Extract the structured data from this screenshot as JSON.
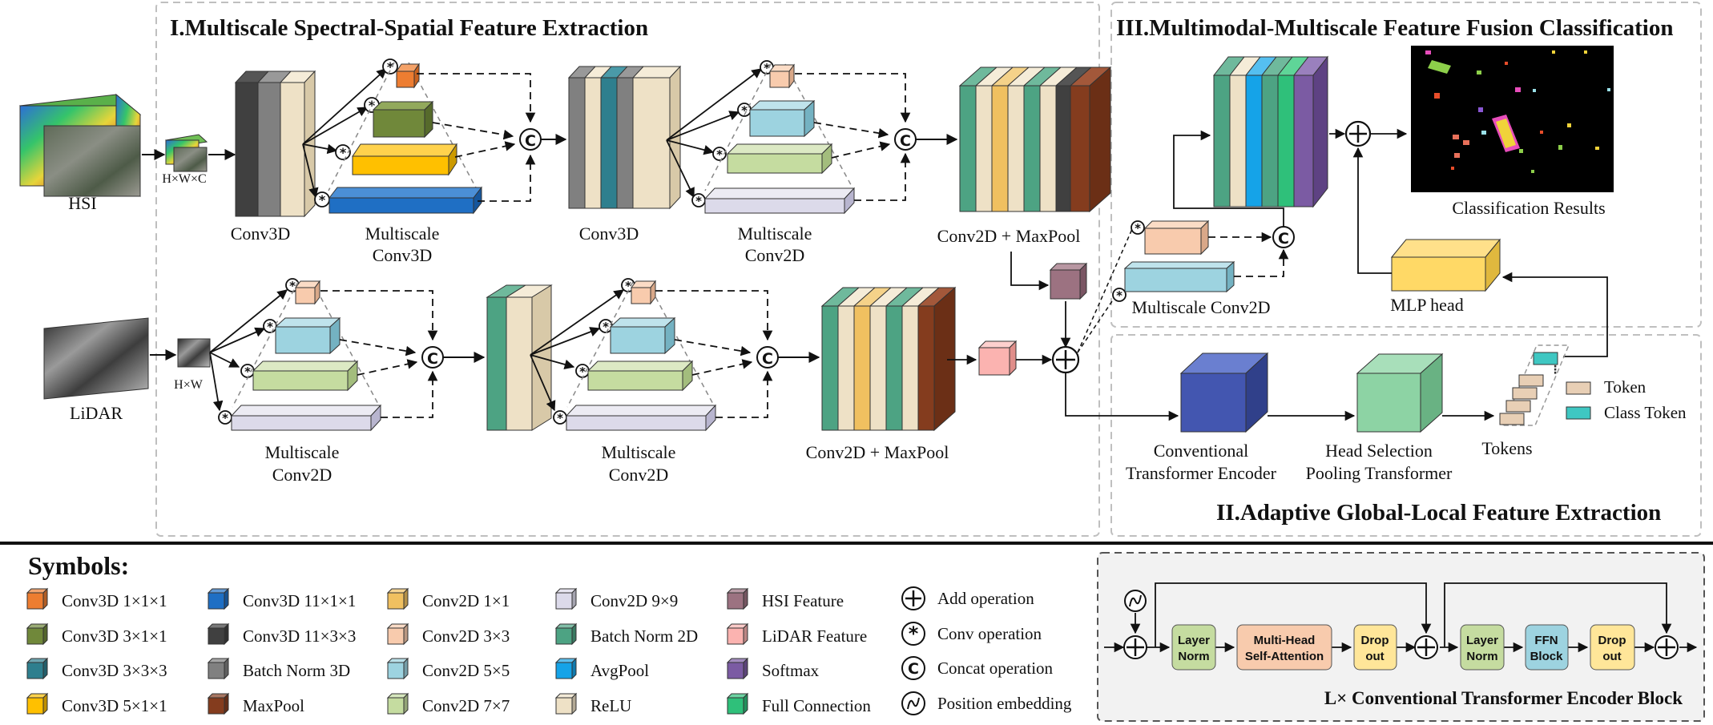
{
  "sections": {
    "s1": "I.Multiscale Spectral-Spatial Feature Extraction",
    "s2": "II.Adaptive Global-Local Feature Extraction",
    "s3": "III.Multimodal-Multiscale Feature Fusion Classification"
  },
  "inputs": {
    "hsi": "HSI",
    "hsi_dim": "H×W×C",
    "lidar": "LiDAR",
    "lidar_dim": "H×W"
  },
  "labels": {
    "conv3d_a": "Conv3D",
    "ms_conv3d_1": "Multiscale",
    "ms_conv3d_2": "Conv3D",
    "conv3d_b": "Conv3D",
    "ms_conv2d_1": "Multiscale",
    "ms_conv2d_2": "Conv2D",
    "pool_top": "Conv2D + MaxPool",
    "pool_bottom": "Conv2D + MaxPool",
    "ms_conv2d_fuse": "Multiscale Conv2D",
    "cte_1": "Conventional",
    "cte_2": "Transformer Encoder",
    "hspt_1": "Head Selection",
    "hspt_2": "Pooling Transformer",
    "tokens": "Tokens",
    "token": "Token",
    "class_token": "Class Token",
    "mlp_head": "MLP head",
    "class_results": "Classification Results"
  },
  "legend": {
    "title": "Symbols:",
    "items": [
      {
        "label": "Conv3D 1×1×1",
        "color": "#ED7D31"
      },
      {
        "label": "Conv3D 3×1×1",
        "color": "#70883A"
      },
      {
        "label": "Conv3D 3×3×3",
        "color": "#2E7F8E"
      },
      {
        "label": "Conv3D 5×1×1",
        "color": "#FFC000"
      },
      {
        "label": "Conv3D 11×1×1",
        "color": "#1F6FC4"
      },
      {
        "label": "Conv3D 11×3×3",
        "color": "#404040"
      },
      {
        "label": "Batch Norm 3D",
        "color": "#808080"
      },
      {
        "label": "MaxPool",
        "color": "#843C1E"
      },
      {
        "label": "Conv2D 1×1",
        "color": "#F0C060"
      },
      {
        "label": "Conv2D 3×3",
        "color": "#F8CBAD"
      },
      {
        "label": "Conv2D 5×5",
        "color": "#9DD3E0"
      },
      {
        "label": "Conv2D 7×7",
        "color": "#C5DCA0"
      },
      {
        "label": "Conv2D 9×9",
        "color": "#DCDAEA"
      },
      {
        "label": "Batch Norm 2D",
        "color": "#4DA383"
      },
      {
        "label": "AvgPool",
        "color": "#15A3E8"
      },
      {
        "label": "ReLU",
        "color": "#EEE1C6"
      },
      {
        "label": "HSI Feature",
        "color": "#9C7281"
      },
      {
        "label": "LiDAR Feature",
        "color": "#FBB3B0"
      },
      {
        "label": "Softmax",
        "color": "#7B5BA3"
      },
      {
        "label": "Full Connection",
        "color": "#2FC07A"
      }
    ],
    "ops": [
      {
        "label": "Add operation",
        "glyph": "+"
      },
      {
        "label": "Conv operation",
        "glyph": "*"
      },
      {
        "label": "Concat operation",
        "glyph": "C"
      },
      {
        "label": "Position embedding",
        "glyph": "~"
      }
    ]
  },
  "encoder_block": {
    "ln1_1": "Layer",
    "ln1_2": "Norm",
    "mhsa_1": "Multi-Head",
    "mhsa_2": "Self-Attention",
    "drop1_1": "Drop",
    "drop1_2": "out",
    "ln2_1": "Layer",
    "ln2_2": "Norm",
    "ffn_1": "FFN",
    "ffn_2": "Block",
    "drop2_1": "Drop",
    "drop2_2": "out",
    "caption": "L×  Conventional Transformer Encoder Block"
  },
  "colors": {
    "border": "#bfbfbf",
    "line": "#111111",
    "encoder_bg": "#f2f2f2"
  }
}
